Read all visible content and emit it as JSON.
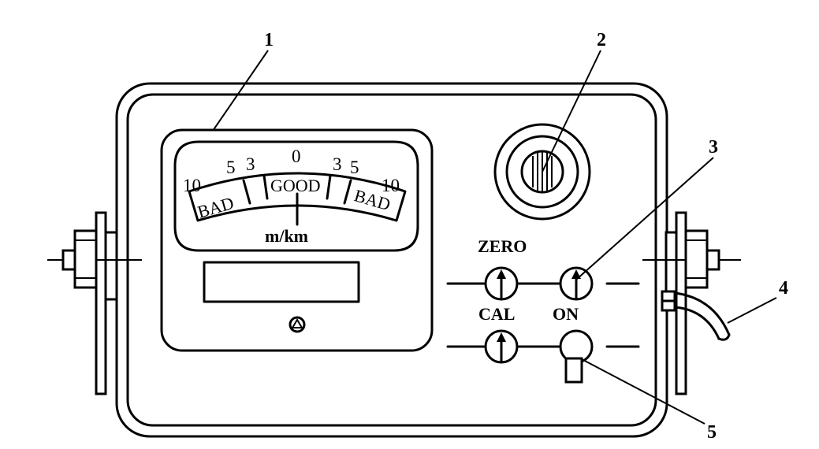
{
  "callouts": [
    "1",
    "2",
    "3",
    "4",
    "5"
  ],
  "meter": {
    "scale_left": [
      "10",
      "5",
      "3"
    ],
    "scale_center": "0",
    "scale_right": [
      "3",
      "5",
      "10"
    ],
    "zone_left": "BAD",
    "zone_center": "GOOD",
    "zone_right": "BAD",
    "unit": "m/km"
  },
  "controls": {
    "zero_label": "ZERO",
    "cal_label": "CAL",
    "on_label": "ON"
  },
  "icons": [
    "adjust-screw-icon",
    "knob-arrow-icon",
    "toggle-switch-icon",
    "rotary-selector-icon"
  ]
}
